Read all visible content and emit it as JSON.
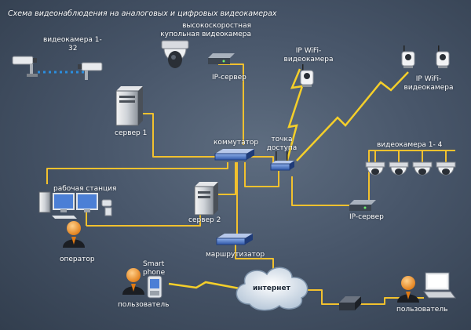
{
  "title": "Схема видеонаблюдения на аналоговых и цифровых видеокамерах",
  "labels": {
    "analog_cameras": [
      "видеокамера 1-",
      "32"
    ],
    "dome_camera": [
      "высокоскоростная",
      "купольная видеокамера"
    ],
    "ip_server_top": "IP-сервер",
    "ip_wifi_camera_left": [
      "IP WiFi-",
      "видеокамера"
    ],
    "ip_wifi_camera_right": [
      "IP WiFi-",
      "видеокамера"
    ],
    "server1": "сервер 1",
    "switch": "коммутатор",
    "access_point": [
      "точка",
      "доступа"
    ],
    "cameras_1_4": "видеокамера 1- 4",
    "workstation": "рабочая станция",
    "server2": "сервер 2",
    "ip_server_right": "IP-сервер",
    "operator": "оператор",
    "router": "маршрутизатор",
    "smartphone": [
      "Smart",
      "phone"
    ],
    "internet": "интернет",
    "user_left": "пользователь",
    "user_right": "пользователь"
  },
  "colors": {
    "wire": "#f2c12e",
    "wireless": "#f5cf2a",
    "analog_link": "#2b8fe0",
    "background": "#4a586b"
  }
}
